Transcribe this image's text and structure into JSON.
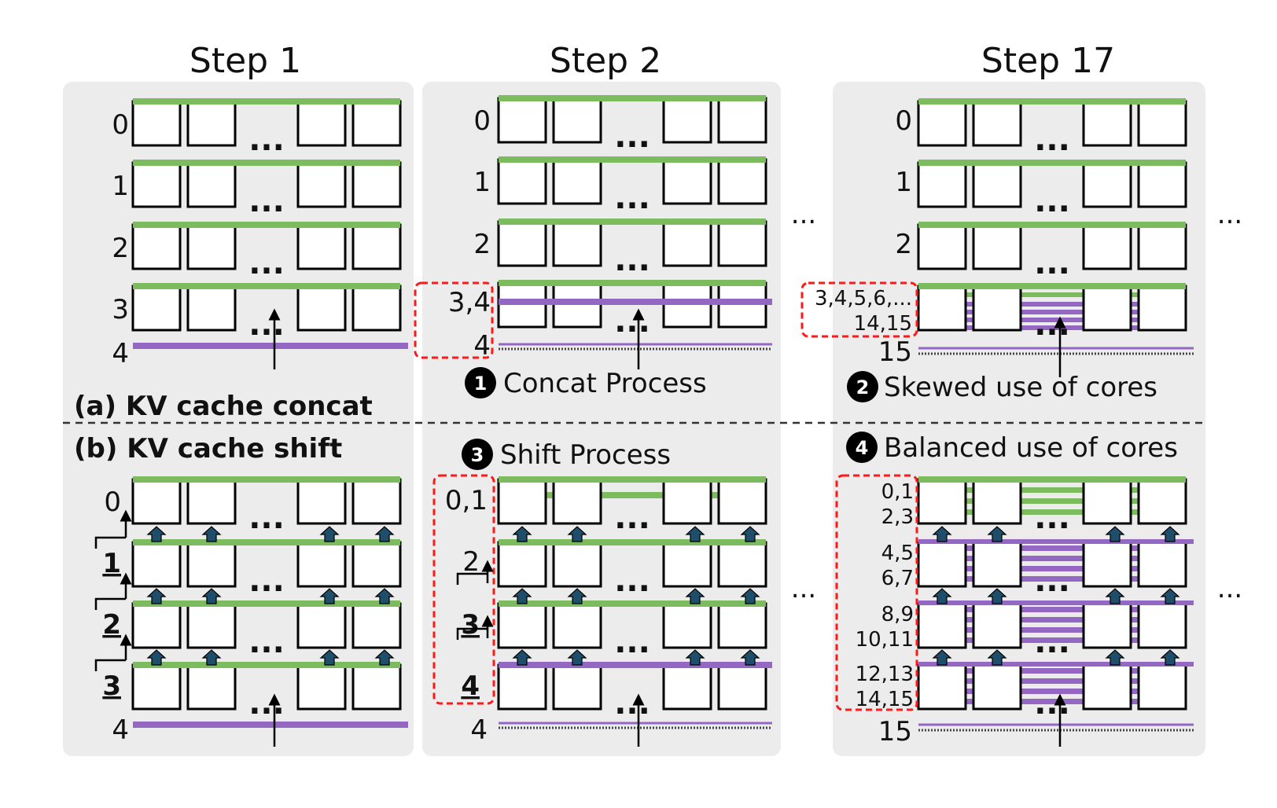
{
  "steps": {
    "step1": "Step 1",
    "step2": "Step 2",
    "step17": "Step 17"
  },
  "sections": {
    "a": "(a) KV cache concat",
    "b": "(b) KV cache shift"
  },
  "annotations": {
    "concat": {
      "num": "1",
      "text": "Concat Process"
    },
    "skewed": {
      "num": "2",
      "text": "Skewed use of cores"
    },
    "shift": {
      "num": "3",
      "text": "Shift Process"
    },
    "balanced": {
      "num": "4",
      "text": "Balanced use of cores"
    }
  },
  "ellipsis": "...",
  "dots": "...",
  "top": {
    "step1_labels": [
      "0",
      "1",
      "2",
      "3",
      "4"
    ],
    "step2_labels": [
      "0",
      "1",
      "2",
      "3,4",
      "4"
    ],
    "step17_labels": [
      "0",
      "1",
      "2",
      "3,4,5,6,...",
      "14,15",
      "15"
    ]
  },
  "bottom": {
    "step1_labels": [
      "0",
      "1",
      "2",
      "3",
      "4"
    ],
    "step2_labels": [
      "0,1",
      "2",
      "3",
      "4",
      "4"
    ],
    "step17_labels": [
      "0,1",
      "2,3",
      "4,5",
      "6,7",
      "8,9",
      "10,11",
      "12,13",
      "14,15",
      "15"
    ]
  },
  "colors": {
    "green": "#7dbb5f",
    "purple": "#9468c2",
    "panel": "#ececec",
    "red_dash": "#ff1a1a",
    "arrow": "#1f4e6b"
  }
}
